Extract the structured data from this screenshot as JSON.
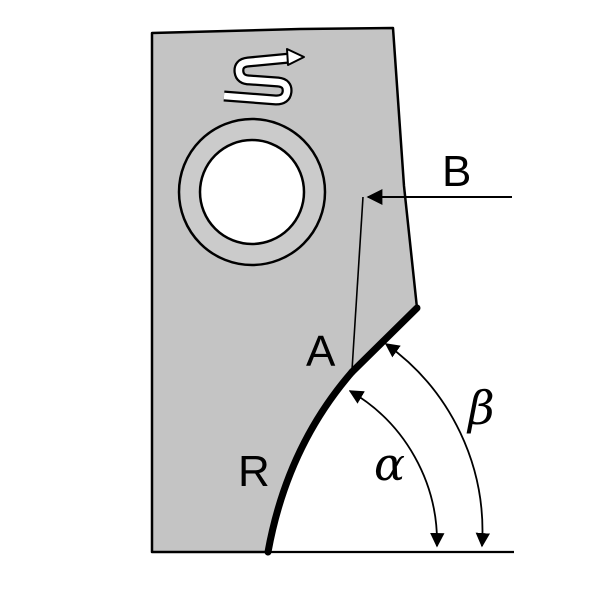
{
  "diagram": {
    "labels": {
      "b": "B",
      "a": "A",
      "r": "R",
      "alpha": "α",
      "beta": "β"
    },
    "logo": {
      "icon": "s-arrow-logo"
    },
    "colors": {
      "body_fill": "#c4c4c4",
      "outline": "#000000",
      "background": "#ffffff"
    }
  }
}
